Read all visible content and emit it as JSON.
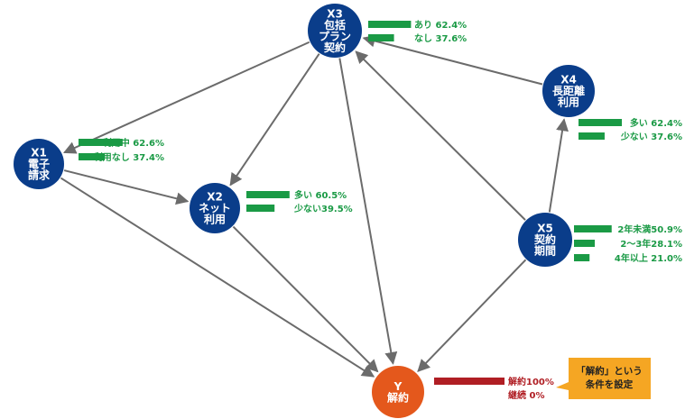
{
  "colors": {
    "node_blue": "#0a3d8a",
    "node_orange": "#e4581c",
    "bar_green": "#1a9a45",
    "bar_red": "#b01e24",
    "edge_gray": "#6b6b6b",
    "callout_orange": "#f5a623"
  },
  "nodes": {
    "x1": {
      "lines": [
        "X1",
        "電子",
        "請求"
      ]
    },
    "x2": {
      "lines": [
        "X2",
        "ネット",
        "利用"
      ]
    },
    "x3": {
      "lines": [
        "X3",
        "包括",
        "プラン",
        "契約"
      ]
    },
    "x4": {
      "lines": [
        "X4",
        "長距離",
        "利用"
      ]
    },
    "x5": {
      "lines": [
        "X5",
        "契約",
        "期間"
      ]
    },
    "y": {
      "lines": [
        "Y",
        "解約"
      ]
    }
  },
  "distributions": {
    "x1": [
      {
        "label": "利用中 62.6%",
        "value": 62.6
      },
      {
        "label": "利用なし 37.4%",
        "value": 37.4
      }
    ],
    "x2": [
      {
        "label": "多い  60.5%",
        "value": 60.5
      },
      {
        "label": "少ない39.5%",
        "value": 39.5
      }
    ],
    "x3": [
      {
        "label": "あり 62.4%",
        "value": 62.4
      },
      {
        "label": "なし 37.6%",
        "value": 37.6
      }
    ],
    "x4": [
      {
        "label": "多い  62.4%",
        "value": 62.4
      },
      {
        "label": "少ない 37.6%",
        "value": 37.6
      }
    ],
    "x5": [
      {
        "label": "2年未満50.9%",
        "value": 50.9
      },
      {
        "label": "2～3年28.1%",
        "value": 28.1
      },
      {
        "label": "4年以上 21.0%",
        "value": 21.0
      }
    ],
    "y": [
      {
        "label": "解約100%",
        "value": 100
      },
      {
        "label": "継続 0%",
        "value": 0
      }
    ]
  },
  "edges": [
    {
      "from": "x3",
      "to": "x1"
    },
    {
      "from": "x3",
      "to": "x2"
    },
    {
      "from": "x3",
      "to": "y"
    },
    {
      "from": "x1",
      "to": "x2"
    },
    {
      "from": "x1",
      "to": "y"
    },
    {
      "from": "x2",
      "to": "y"
    },
    {
      "from": "x4",
      "to": "x3"
    },
    {
      "from": "x5",
      "to": "x3"
    },
    {
      "from": "x5",
      "to": "x4"
    },
    {
      "from": "x5",
      "to": "y"
    }
  ],
  "callout": {
    "lines": [
      "「解約」という",
      "条件を設定"
    ]
  }
}
